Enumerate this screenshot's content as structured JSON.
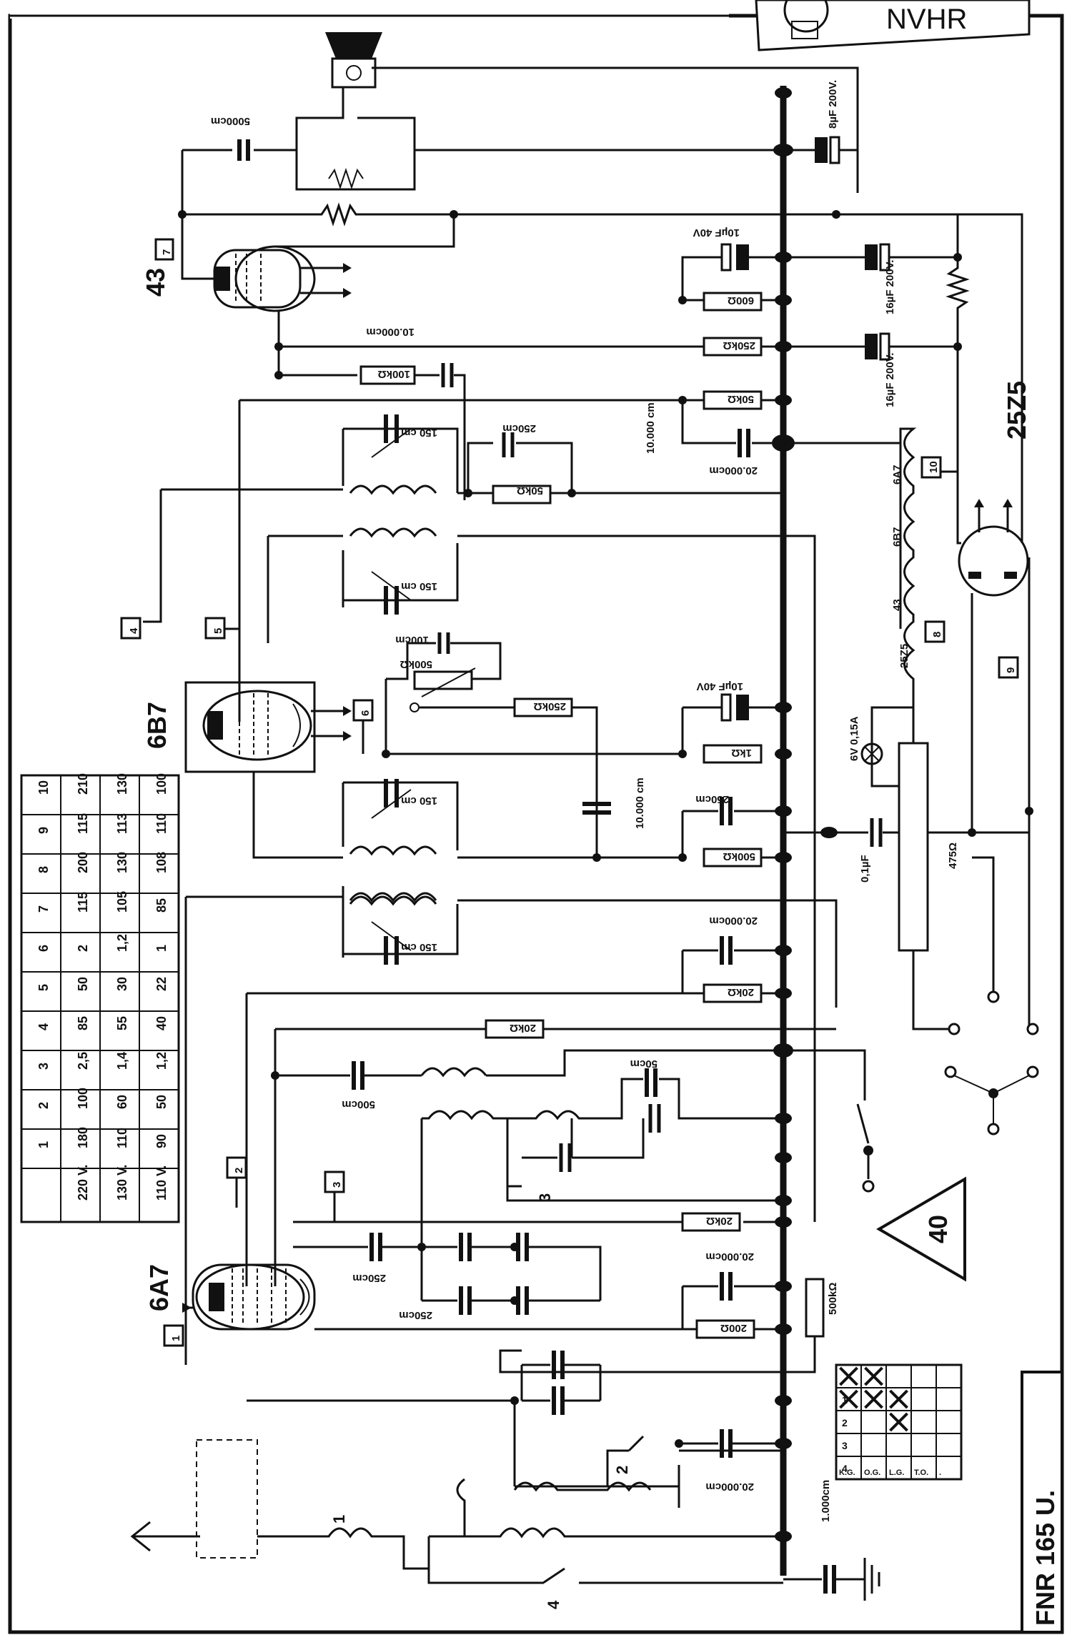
{
  "logo_text": "NVHR",
  "model_label": "FNR 165 U.",
  "triangle_number": "40",
  "tubes": {
    "rect": "25Z5",
    "out": "43",
    "if": "6B7",
    "mix": "6A7"
  },
  "heater_chain": [
    "6A7",
    "6B7",
    "43",
    "25Z5"
  ],
  "lamp_label": "6V 0,15A",
  "test_points": [
    "1",
    "2",
    "3",
    "4",
    "5",
    "6",
    "7",
    "8",
    "9",
    "10"
  ],
  "voltage_table": {
    "rows": [
      {
        "label": "",
        "values": [
          "1",
          "2",
          "3",
          "4",
          "5",
          "6",
          "7",
          "8",
          "9",
          "10"
        ]
      },
      {
        "label": "220 V.",
        "values": [
          "180",
          "100",
          "2,5",
          "85",
          "50",
          "2",
          "115",
          "200",
          "115",
          "210"
        ]
      },
      {
        "label": "130 V.",
        "values": [
          "110",
          "60",
          "1,4",
          "55",
          "30",
          "1,2",
          "105",
          "130",
          "113",
          "130"
        ]
      },
      {
        "label": "110 V.",
        "values": [
          "90",
          "50",
          "1,2",
          "40",
          "22",
          "1",
          "85",
          "108",
          "110",
          "100"
        ]
      }
    ]
  },
  "switch_table": {
    "header": [
      "",
      "1",
      "2",
      "3",
      "4"
    ],
    "rows": [
      {
        "label": "K.G.",
        "marks": [
          "x",
          "x",
          "",
          ""
        ]
      },
      {
        "label": "O.G.",
        "marks": [
          "x",
          "x",
          "",
          ""
        ]
      },
      {
        "label": "L.G.",
        "marks": [
          "",
          "x",
          "x",
          ""
        ]
      },
      {
        "label": "T.O.",
        "marks": [
          "",
          "",
          "",
          ""
        ]
      },
      {
        "label": ".",
        "marks": [
          "",
          "",
          "",
          ""
        ]
      }
    ]
  },
  "component_labels": {
    "c5000": "5000cm",
    "c8uf": "8µF 200V.",
    "c10uf": "10µF 40V",
    "r600": "600Ω",
    "c16uf_a": "16µF 200V.",
    "c10000": "10.000cm",
    "r250k": "250kΩ",
    "c16uf_b": "16µF 200V.",
    "r100k": "100kΩ",
    "r50k_a": "50kΩ",
    "c250": "250cm",
    "r50k_b": "50kΩ",
    "c10000b": "10.000 cm",
    "c20000": "20.000cm",
    "c150a": "150 cm",
    "c150b": "150 cm",
    "c100": "100cm",
    "pot500k": "500kΩ",
    "r250k_b": "250kΩ",
    "c10uf_b": "10µF 40V",
    "r1k": "1kΩ",
    "c150c": "150 cm",
    "c10000c": "10.000 cm",
    "c250b": "250cm",
    "r500k": "500kΩ",
    "c01uf": "0,1µF",
    "r475": "475Ω",
    "c150d": "150 cm",
    "c20000b": "20.000cm",
    "r20k": "20kΩ",
    "r20k_b": "20kΩ",
    "c500": "500cm",
    "c50": "50cm",
    "r20k_c": "20kΩ",
    "c250c": "250cm",
    "c20000c": "20.000cm",
    "r200": "200Ω",
    "c250d": "250cm",
    "r500k_b": "500kΩ",
    "c20000d": "20.000cm",
    "c1000": "1.000cm"
  }
}
